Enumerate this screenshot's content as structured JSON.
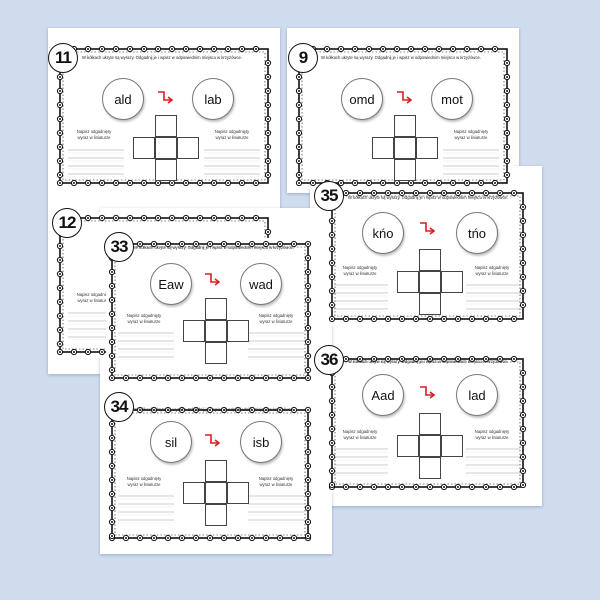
{
  "instruction": "W kółkach ukryte są wyrazy. Odgadnij je i wpisz w odpowiednim miejscu w krzyżówce.",
  "caption_line1": "Napisz odgadnięty",
  "caption_line2": "wyraz w liniaturze",
  "arrow_color": "#d81e1e",
  "cards": [
    {
      "number": "11",
      "word_left": "ald",
      "word_right": "lab"
    },
    {
      "number": "9",
      "word_left": "omd",
      "word_right": "mot"
    },
    {
      "number": "12",
      "word_left": "",
      "word_right": ""
    },
    {
      "number": "33",
      "word_left": "Eaw",
      "word_right": "wad"
    },
    {
      "number": "35",
      "word_left": "kńo",
      "word_right": "tńo"
    },
    {
      "number": "34",
      "word_left": "sil",
      "word_right": "isb"
    },
    {
      "number": "36",
      "word_left": "Aad",
      "word_right": "lad"
    }
  ]
}
